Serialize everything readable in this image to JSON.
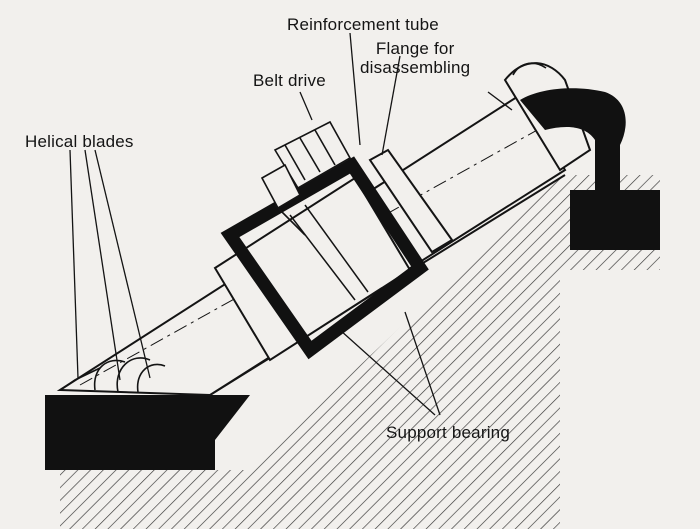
{
  "diagram": {
    "labels": {
      "reinforcement_tube": "Reinforcement tube",
      "flange": "Flange for\ndisassembling",
      "belt_drive": "Belt drive",
      "helical_blades": "Helical blades",
      "support_bearing": "Support bearing"
    },
    "colors": {
      "ink": "#141414",
      "paper": "#f2f0ed",
      "solid": "#111111"
    }
  }
}
